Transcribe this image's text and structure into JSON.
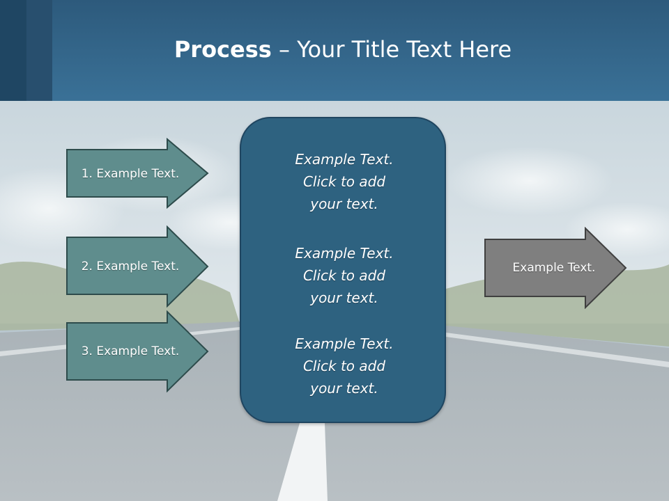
{
  "title": {
    "bold": "Process",
    "rest": " – Your Title Text Here"
  },
  "colors": {
    "header": "#3a7197",
    "teal_arrow": "#5f8d8d",
    "center_box": "#2e6280",
    "grey_arrow": "#7f7f7f"
  },
  "input_steps": [
    {
      "label": "1. Example Text."
    },
    {
      "label": "2. Example Text."
    },
    {
      "label": "3. Example Text."
    }
  ],
  "center": {
    "paragraphs": [
      {
        "line1": "Example Text.",
        "line2": "Click  to add",
        "line3": "your text."
      },
      {
        "line1": "Example Text.",
        "line2": "Click  to add",
        "line3": "your text."
      },
      {
        "line1": "Example Text.",
        "line2": "Click  to add",
        "line3": "your text."
      }
    ]
  },
  "output": {
    "label": "Example Text."
  }
}
